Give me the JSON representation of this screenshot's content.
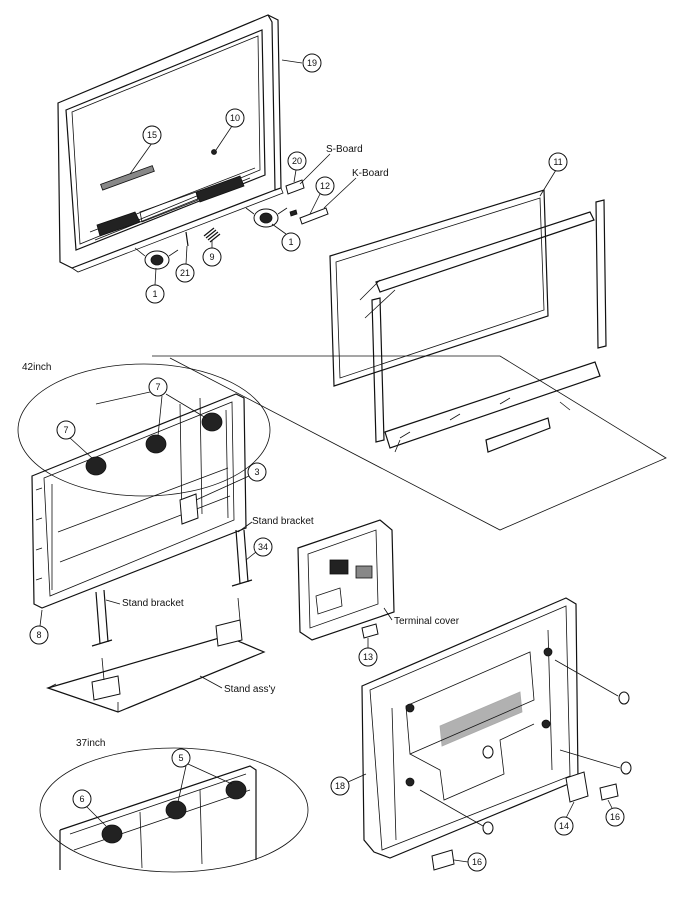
{
  "section_labels": {
    "size_42": "42inch",
    "size_37": "37inch"
  },
  "part_labels": {
    "s_board": "S-Board",
    "k_board": "K-Board",
    "stand_bracket_right": "Stand bracket",
    "stand_bracket_left": "Stand bracket",
    "stand_assy": "Stand ass'y",
    "terminal_cover": "Terminal cover"
  },
  "callouts": {
    "c19": "19",
    "c15": "15",
    "c10": "10",
    "c20": "20",
    "c12": "12",
    "c11": "11",
    "c1a": "1",
    "c1b": "1",
    "c21": "21",
    "c9": "9",
    "c7a": "7",
    "c7b": "7",
    "c3": "3",
    "c34": "34",
    "c8": "8",
    "c13": "13",
    "c5": "5",
    "c6": "6",
    "c18": "18",
    "c14": "14",
    "c16a": "16",
    "c16b": "16"
  }
}
